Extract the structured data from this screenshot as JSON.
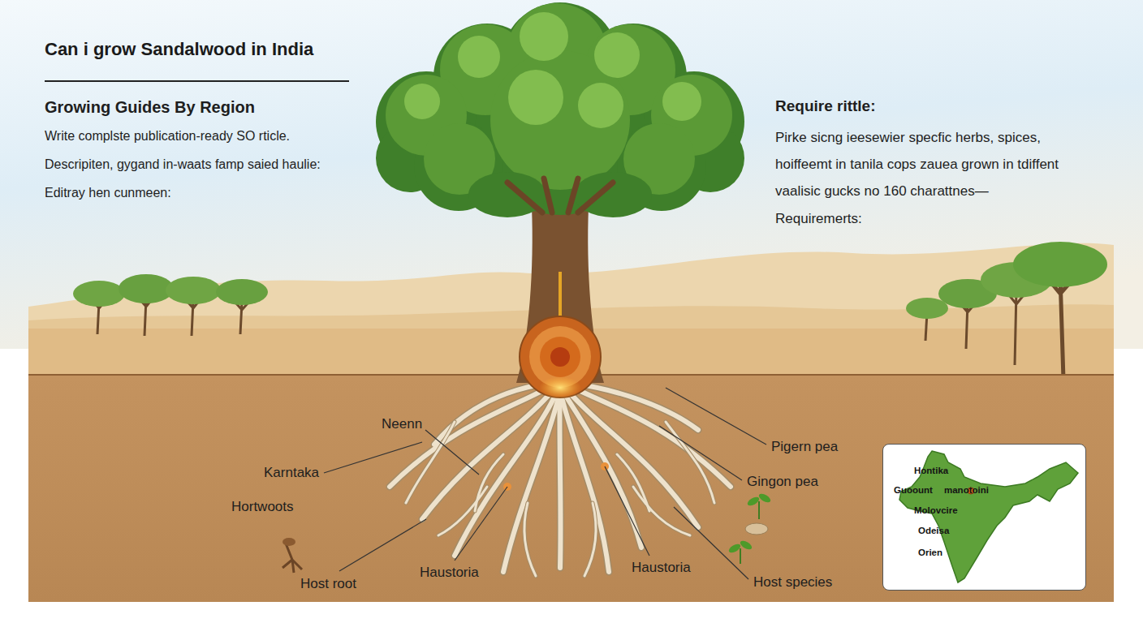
{
  "diagram": {
    "title": "Can i grow Sandalwood in India",
    "nodes": [
      {
        "text": [
          "Hontika",
          "Guoount",
          "manotoini",
          "Molovcire",
          "Odeisa",
          "Orien"
        ]
      }
    ],
    "labels": [
      "Growing Guides By Region",
      "Write complste publication-ready SO rticle.",
      "Descripiten, gygand in-waats famp saied haulie:",
      "Editray hen cunmeen:",
      "Require rittle:",
      "Pirke sicng ieesewier specfic herbs, spices,",
      "hoiffeemt in tanila cops zauea grown in tdiffent",
      "vaalisic gucks no 160 charattnes—",
      "Requiremerts:",
      "Neenn",
      "Karntaka",
      "Hortwoots",
      "Host root",
      "Haustoria",
      "Haustoria",
      "Pigern pea",
      "Gingon pea",
      "Host species"
    ]
  }
}
